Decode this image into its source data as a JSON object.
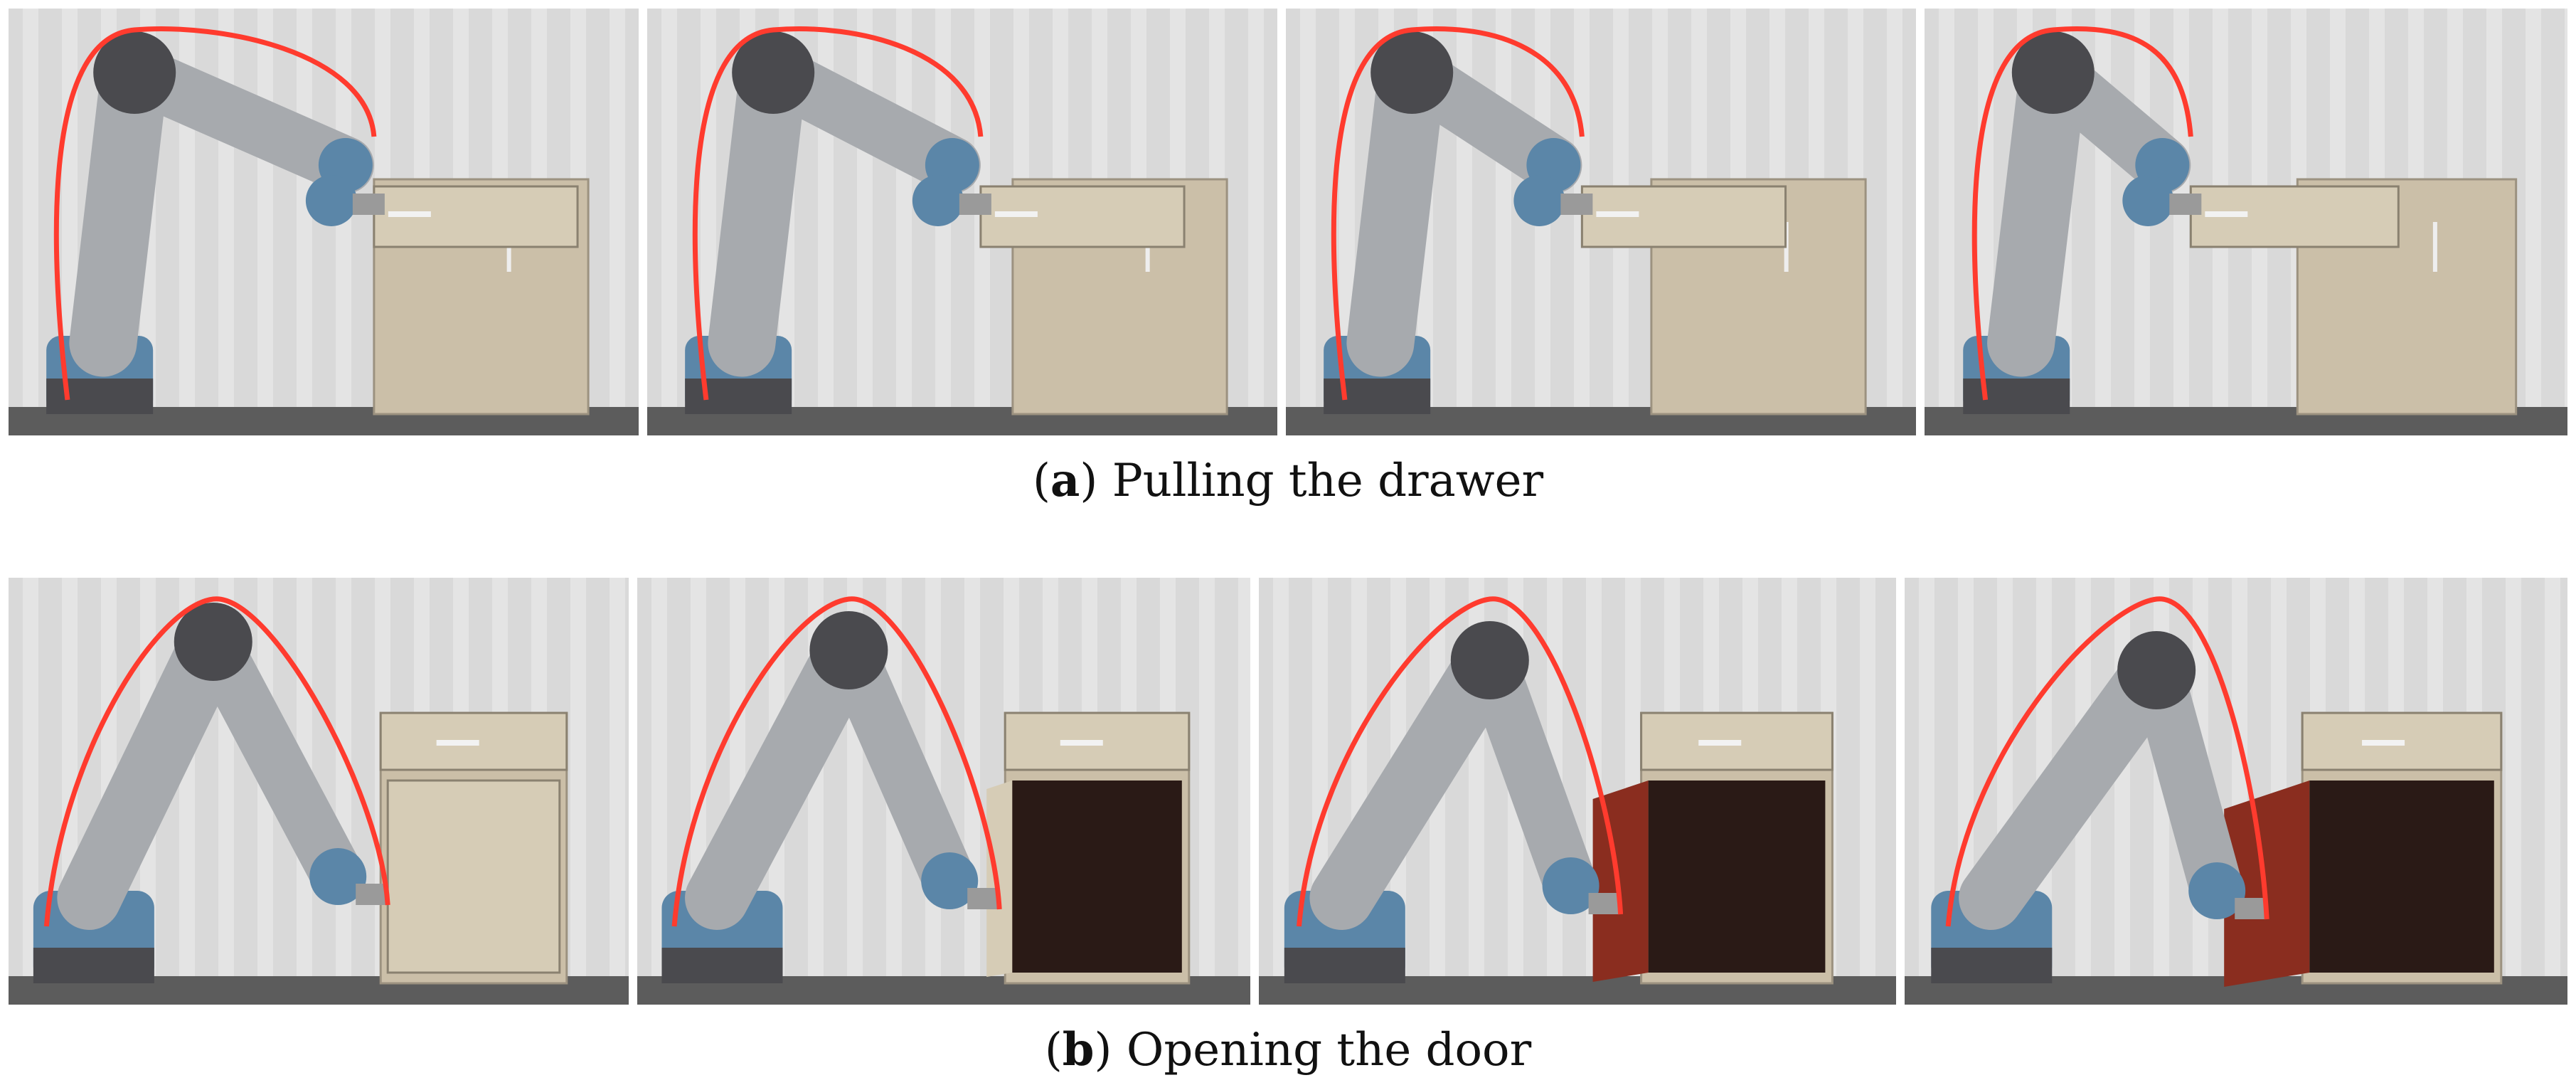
{
  "figure": {
    "rows": [
      {
        "label": "a",
        "caption": "Pulling the drawer",
        "frames": [
          {
            "scene": "drawer",
            "drawer_open_fraction": 0.0
          },
          {
            "scene": "drawer",
            "drawer_open_fraction": 0.3
          },
          {
            "scene": "drawer",
            "drawer_open_fraction": 0.65
          },
          {
            "scene": "drawer",
            "drawer_open_fraction": 1.0
          }
        ]
      },
      {
        "label": "b",
        "caption": "Opening the door",
        "frames": [
          {
            "scene": "door",
            "door_open_fraction": 0.0
          },
          {
            "scene": "door",
            "door_open_fraction": 0.3
          },
          {
            "scene": "door",
            "door_open_fraction": 0.65
          },
          {
            "scene": "door",
            "door_open_fraction": 1.0
          }
        ]
      }
    ],
    "colors": {
      "curtain": "#d9d9d9",
      "arm_metal": "#a7aaae",
      "joint_cap": "#5b86a8",
      "joint_dark": "#4a4a4e",
      "cable": "#ff3b2e",
      "cabinet": "#cbbfa8",
      "door_inner": "#8a2d1f"
    }
  }
}
